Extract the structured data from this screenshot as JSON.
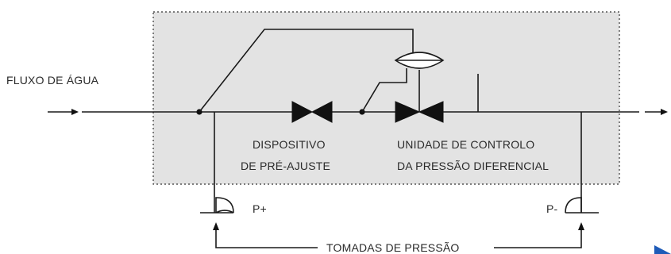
{
  "labels": {
    "flow": "FLUXO DE ÁGUA",
    "preset_line1": "DISPOSITIVO",
    "preset_line2": "DE PRÉ-AJUSTE",
    "control_line1": "UNIDADE DE CONTROLO",
    "control_line2": "DA PRESSÃO DIFERENCIAL",
    "p_plus": "P+",
    "p_minus": "P-",
    "tappings": "TOMADAS DE PRESSÃO"
  },
  "colors": {
    "box_fill": "#e3e3e3",
    "line": "#1a1a1a",
    "accent": "#1e5bb8"
  }
}
